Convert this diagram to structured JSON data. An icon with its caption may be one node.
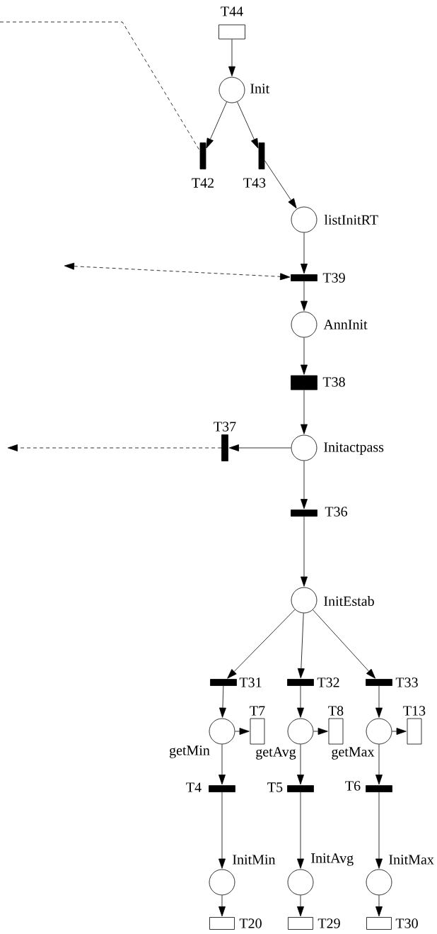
{
  "diagram": {
    "nodes": [
      {
        "text": [
          "T44"
        ]
      },
      {
        "text": [
          "Init"
        ]
      },
      {
        "text": [
          "T42"
        ]
      },
      {
        "text": [
          "T43"
        ]
      },
      {
        "text": [
          "listInitRT"
        ]
      },
      {
        "text": [
          "T39"
        ]
      },
      {
        "text": [
          "AnnInit"
        ]
      },
      {
        "text": [
          "T38"
        ]
      },
      {
        "text": [
          "Initactpass"
        ]
      },
      {
        "text": [
          "T37"
        ]
      },
      {
        "text": [
          "T36"
        ]
      },
      {
        "text": [
          "InitEstab"
        ]
      },
      {
        "text": [
          "T31"
        ]
      },
      {
        "text": [
          "T32"
        ]
      },
      {
        "text": [
          "T33"
        ]
      },
      {
        "text": [
          "getMin"
        ]
      },
      {
        "text": [
          "T7"
        ]
      },
      {
        "text": [
          "getAvg"
        ]
      },
      {
        "text": [
          "T8"
        ]
      },
      {
        "text": [
          "getMax"
        ]
      },
      {
        "text": [
          "T13"
        ]
      },
      {
        "text": [
          "T4"
        ]
      },
      {
        "text": [
          "T5"
        ]
      },
      {
        "text": [
          "T6"
        ]
      },
      {
        "text": [
          "InitMin"
        ]
      },
      {
        "text": [
          "InitAvg"
        ]
      },
      {
        "text": [
          "InitMax"
        ]
      },
      {
        "text": [
          "T20"
        ]
      },
      {
        "text": [
          "T29"
        ]
      },
      {
        "text": [
          "T30"
        ]
      }
    ],
    "edges": [
      {
        "from": 0,
        "to": 1,
        "arrow": "to"
      },
      {
        "from": 1,
        "to": 2,
        "arrow": "to"
      },
      {
        "from": 1,
        "to": 3,
        "arrow": "to"
      },
      {
        "from": 3,
        "to": 4,
        "arrow": "to"
      },
      {
        "from": 4,
        "to": 5,
        "arrow": "to"
      },
      {
        "from": null,
        "to": 5,
        "arrow": "both",
        "style": "dashed"
      },
      {
        "from": 5,
        "to": 6,
        "arrow": "to"
      },
      {
        "from": 6,
        "to": 7,
        "arrow": "to"
      },
      {
        "from": 7,
        "to": 8,
        "arrow": "to"
      },
      {
        "from": 8,
        "to": 9,
        "arrow": "to"
      },
      {
        "from": 9,
        "to": null,
        "arrow": "to",
        "style": "dashed"
      },
      {
        "from": 8,
        "to": 10,
        "arrow": "to"
      },
      {
        "from": 10,
        "to": 11,
        "arrow": "to"
      },
      {
        "from": 11,
        "to": 12,
        "arrow": "to"
      },
      {
        "from": 11,
        "to": 13,
        "arrow": "to"
      },
      {
        "from": 11,
        "to": 14,
        "arrow": "to"
      },
      {
        "from": 12,
        "to": 15,
        "arrow": "to"
      },
      {
        "from": 15,
        "to": 16,
        "arrow": "to"
      },
      {
        "from": 13,
        "to": 17,
        "arrow": "to"
      },
      {
        "from": 17,
        "to": 18,
        "arrow": "to"
      },
      {
        "from": 14,
        "to": 19,
        "arrow": "to"
      },
      {
        "from": 19,
        "to": 20,
        "arrow": "to"
      },
      {
        "from": 15,
        "to": 21,
        "arrow": "to"
      },
      {
        "from": 17,
        "to": 22,
        "arrow": "to"
      },
      {
        "from": 19,
        "to": 23,
        "arrow": "to"
      },
      {
        "from": 21,
        "to": 24,
        "arrow": "to"
      },
      {
        "from": 22,
        "to": 25,
        "arrow": "to"
      },
      {
        "from": 23,
        "to": 26,
        "arrow": "to"
      },
      {
        "from": 24,
        "to": 27,
        "arrow": "to"
      },
      {
        "from": 25,
        "to": 28,
        "arrow": "to"
      },
      {
        "from": 26,
        "to": 29,
        "arrow": "to"
      },
      {
        "from": null,
        "to": 2,
        "arrow": "none",
        "style": "dashed"
      }
    ]
  }
}
